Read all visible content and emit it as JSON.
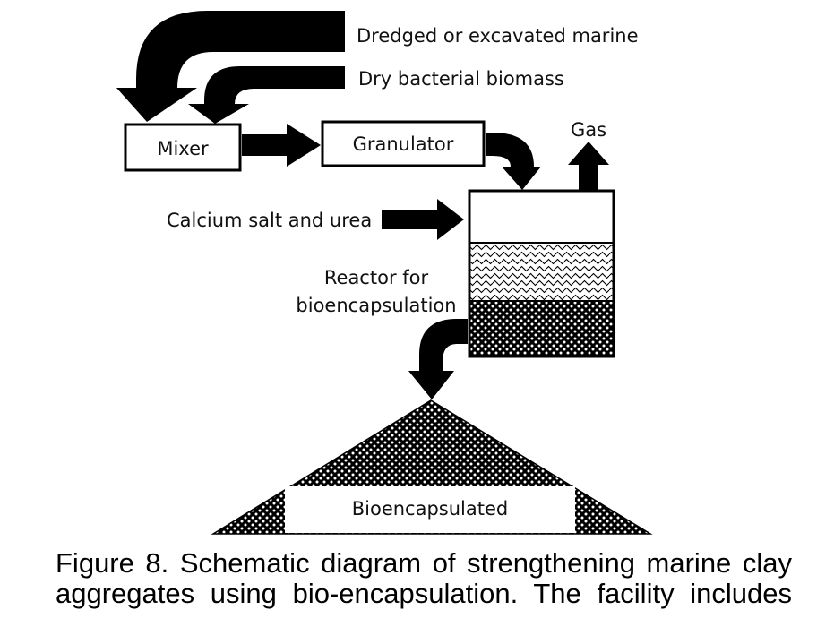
{
  "inputs": {
    "marine": "Dredged or excavated marine",
    "bacteria": "Dry bacterial biomass",
    "calcium": "Calcium salt and urea"
  },
  "units": {
    "mixer": "Mixer",
    "granulator": "Granulator",
    "gas": "Gas",
    "reactor_line1": "Reactor for",
    "reactor_line2": "bioencapsulation",
    "product": "Bioencapsulated"
  },
  "caption": {
    "line1": "Figure 8. Schematic diagram of strengthening marine clay",
    "line2": "aggregates using bio-encapsulation. The facility includes"
  }
}
